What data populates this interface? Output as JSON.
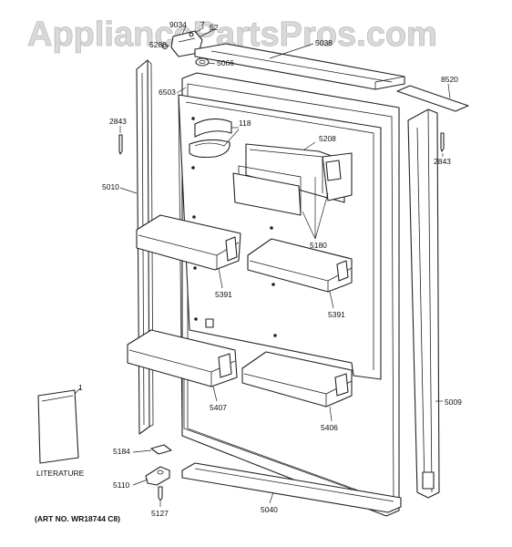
{
  "watermark": "AppliancePartsPros.com",
  "literature_label": "LITERATURE",
  "art_number": "(ART NO. WR18744 C8)",
  "callouts": {
    "p9034": "9034",
    "p7": "7",
    "p52": "52",
    "p5280": "5280",
    "p5038": "5038",
    "p5066": "5066",
    "p6503": "6503",
    "p8520": "8520",
    "p2843_left": "2843",
    "p2843_right": "2843",
    "p118": "118",
    "p5208": "5208",
    "p5010": "5010",
    "p5180": "5180",
    "p5391_left": "5391",
    "p5391_right": "5391",
    "p5407": "5407",
    "p5406": "5406",
    "p5009": "5009",
    "p1": "1",
    "p5184": "5184",
    "p5110": "5110",
    "p5127": "5127",
    "p5040": "5040"
  }
}
